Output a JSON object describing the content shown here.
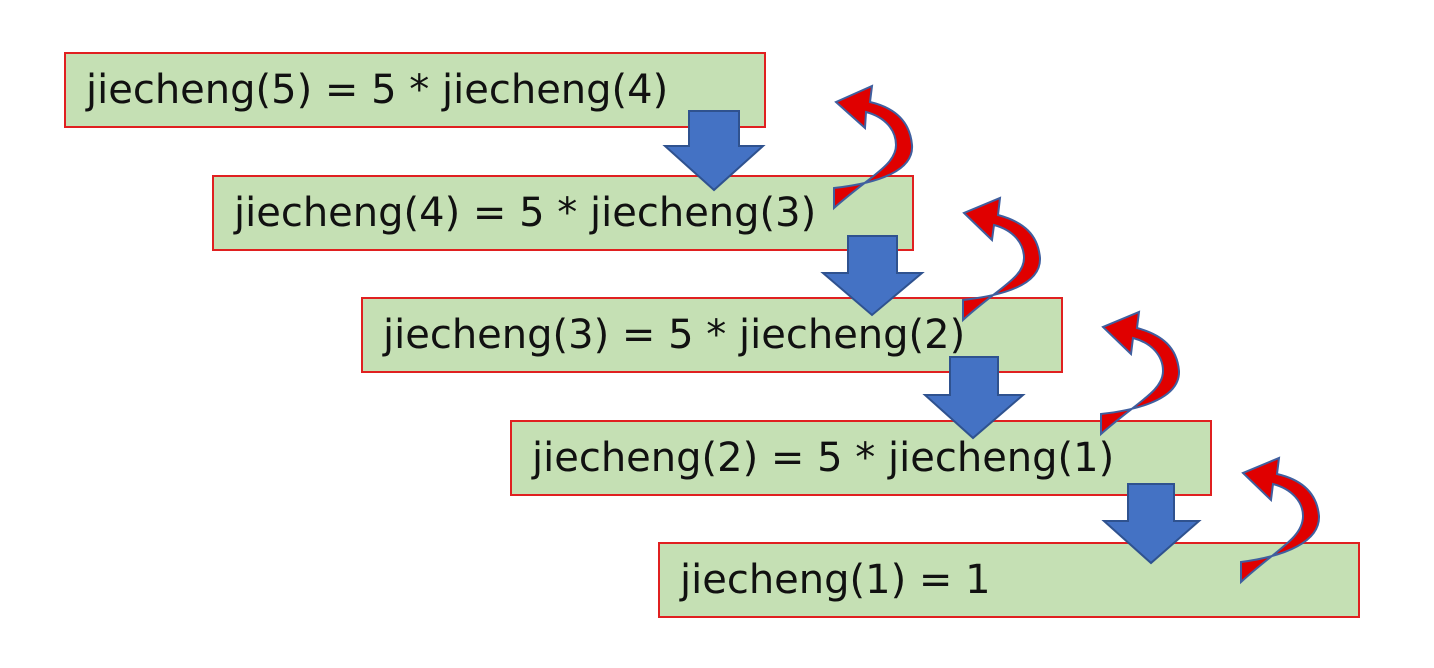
{
  "steps": [
    {
      "text": "jiecheng(5) = 5 * jiecheng(4)"
    },
    {
      "text": "jiecheng(4) = 5 * jiecheng(3)"
    },
    {
      "text": "jiecheng(3) = 5 * jiecheng(2)"
    },
    {
      "text": "jiecheng(2) = 5 * jiecheng(1)"
    },
    {
      "text": "jiecheng(1) = 1"
    }
  ],
  "colors": {
    "box_fill": "#c5e0b4",
    "box_border": "#e02020",
    "down_arrow_fill": "#4472c4",
    "return_arrow_fill": "#e00000",
    "return_arrow_stroke": "#3f5f9f"
  },
  "icons": {
    "down_arrow": "arrow-down-icon",
    "return_arrow": "curved-return-arrow-icon"
  }
}
